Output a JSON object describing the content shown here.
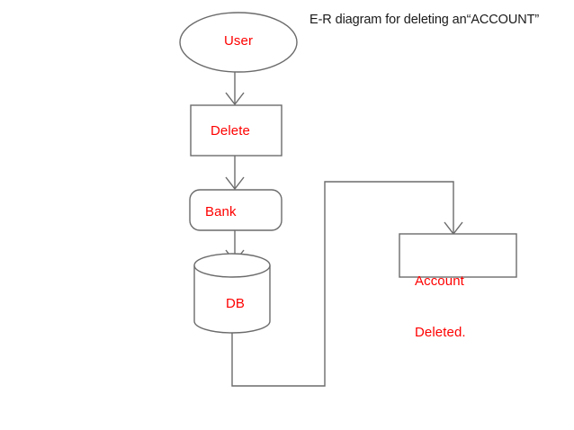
{
  "diagram": {
    "title": "E-R diagram for deleting an“ACCOUNT”",
    "colors": {
      "node_text": "#fe0000",
      "stroke": "#6b6b6b",
      "title_text": "#1a1a1a",
      "background": "#ffffff"
    },
    "nodes": [
      {
        "id": "user",
        "label": "User",
        "shape": "ellipse"
      },
      {
        "id": "delete",
        "label": "Delete",
        "shape": "rectangle"
      },
      {
        "id": "bank",
        "label": "Bank",
        "shape": "rounded-rectangle"
      },
      {
        "id": "db",
        "label": "DB",
        "shape": "cylinder"
      },
      {
        "id": "account",
        "label": "Account\nDeleted.",
        "shape": "rectangle"
      }
    ],
    "node_labels": {
      "user": "User",
      "delete": "Delete",
      "bank": "Bank",
      "db": "DB",
      "account_line1": "Account",
      "account_line2": "Deleted."
    },
    "edges": [
      {
        "id": "user-to-delete",
        "from": "user",
        "to": "delete",
        "arrow": true
      },
      {
        "id": "delete-to-bank",
        "from": "delete",
        "to": "bank",
        "arrow": true
      },
      {
        "id": "bank-to-db",
        "from": "bank",
        "to": "db",
        "arrow": true
      },
      {
        "id": "db-to-account",
        "from": "db",
        "to": "account",
        "arrow": true
      }
    ]
  }
}
